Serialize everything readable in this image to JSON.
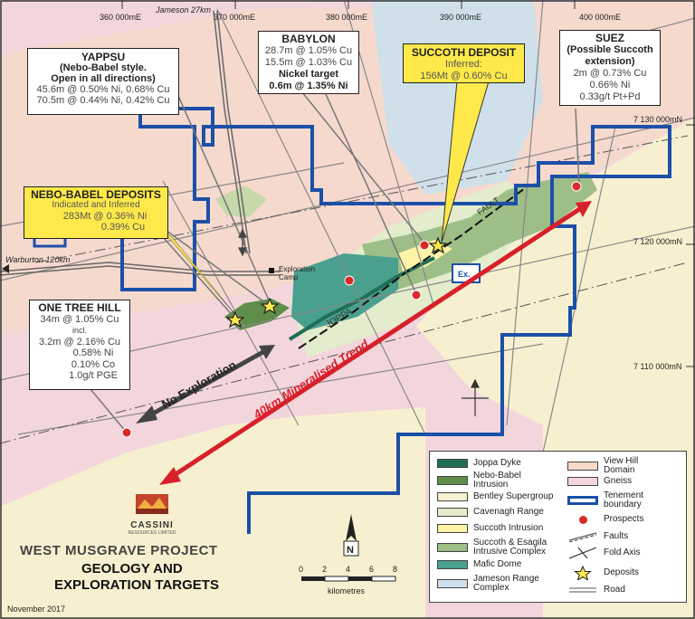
{
  "map": {
    "grid_labels": {
      "eastings": [
        "360 000mE",
        "370 000mE",
        "380 000mE",
        "390 000mE",
        "400 000mE"
      ],
      "northings": [
        "7 130 000mN",
        "7 120 000mN",
        "7 110 000mN"
      ]
    },
    "road_labels": {
      "jameson": "Jameson 27km",
      "warburton": "Warburton 120km"
    },
    "place_labels": {
      "exploration_camp": "Exploration\nCamp",
      "joppa": "JOPPA",
      "fault": "FAULT",
      "ex": "Ex."
    },
    "trend_labels": {
      "no_exploration": "No Exploration",
      "mineralised_trend": "40km Mineralised Trend"
    },
    "colors": {
      "background_pink": "#f3d6dc",
      "view_hill": "#f6d9c8",
      "bentley": "#f7f0d0",
      "cavenagh": "#e3eccc",
      "succoth_intrusion": "#fdf3a6",
      "succoth_complex": "#9dbe86",
      "mafic_dome": "#49a08e",
      "jameson_complex": "#cfe0ea",
      "nebo_babel": "#5e8e4a",
      "joppa_dyke": "#1f6e55",
      "tenement": "#1b4fa8",
      "prospect": "#d82a2a",
      "trend_red": "#d8202a",
      "callout_yellow": "#ffe94a"
    }
  },
  "callouts": {
    "yappsu": {
      "title": "YAPPSU",
      "subtitle": "(Nebo-Babel style.",
      "subtitle2": "Open in all directions)",
      "line1": "45.6m @ 0.50% Ni, 0.68% Cu",
      "line2": "70.5m @ 0.44% Ni, 0.42% Cu"
    },
    "babylon": {
      "title": "BABYLON",
      "line1": "28.7m @ 1.05% Cu",
      "line2": "15.5m @ 1.03% Cu",
      "line3": "Nickel target",
      "line4": "0.6m @ 1.35% Ni"
    },
    "succoth": {
      "title": "SUCCOTH DEPOSIT",
      "line1": "Inferred:",
      "line2": "156Mt @ 0.60% Cu"
    },
    "suez": {
      "title": "SUEZ",
      "subtitle": "(Possible Succoth",
      "subtitle2": "extension)",
      "line1": "2m @ 0.73% Cu",
      "line2": "0.66% Ni",
      "line3": "0.33g/t Pt+Pd"
    },
    "nebo_babel": {
      "title": "NEBO-BABEL DEPOSITS",
      "line1": "Indicated and Inferred",
      "line2": "283Mt @ 0.36%  Ni",
      "line3": "0.39% Cu"
    },
    "one_tree_hill": {
      "title": "ONE TREE HILL",
      "line1": "34m @ 1.05% Cu",
      "line2": "incl.",
      "line3": "3.2m @ 2.16% Cu",
      "line4": "0.58% Ni",
      "line5": "0.10% Co",
      "line6": "1.0g/t  PGE"
    }
  },
  "legend": {
    "joppa_dyke": "Joppa Dyke",
    "nebo_babel": "Nebo-Babel",
    "nebo_babel2": "Intrusion",
    "bentley": "Bentley Supergroup",
    "cavenagh": "Cavenagh Range",
    "succoth_intrusion": "Succoth Intrusion",
    "succoth_complex": "Succoth & Esagila",
    "succoth_complex2": "Intrusive Complex",
    "mafic_dome": "Mafic Dome",
    "jameson": "Jameson Range",
    "jameson2": "Complex",
    "view_hill": "View Hill",
    "view_hill2": "Domain",
    "gneiss": "Gneiss",
    "tenement": "Tenement",
    "tenement2": "boundary",
    "prospects": "Prospects",
    "faults": "Faults",
    "fold_axis": "Fold Axis",
    "deposits": "Deposits",
    "road": "Road"
  },
  "scale": {
    "ticks": [
      "0",
      "2",
      "4",
      "6",
      "8"
    ],
    "unit": "kilometres",
    "north": "N"
  },
  "title": {
    "company": "CASSINI",
    "company_sub": "RESOURCES LIMITED",
    "project": "WEST MUSGRAVE PROJECT",
    "line1": "GEOLOGY AND",
    "line2": "EXPLORATION TARGETS",
    "date": "November 2017"
  }
}
